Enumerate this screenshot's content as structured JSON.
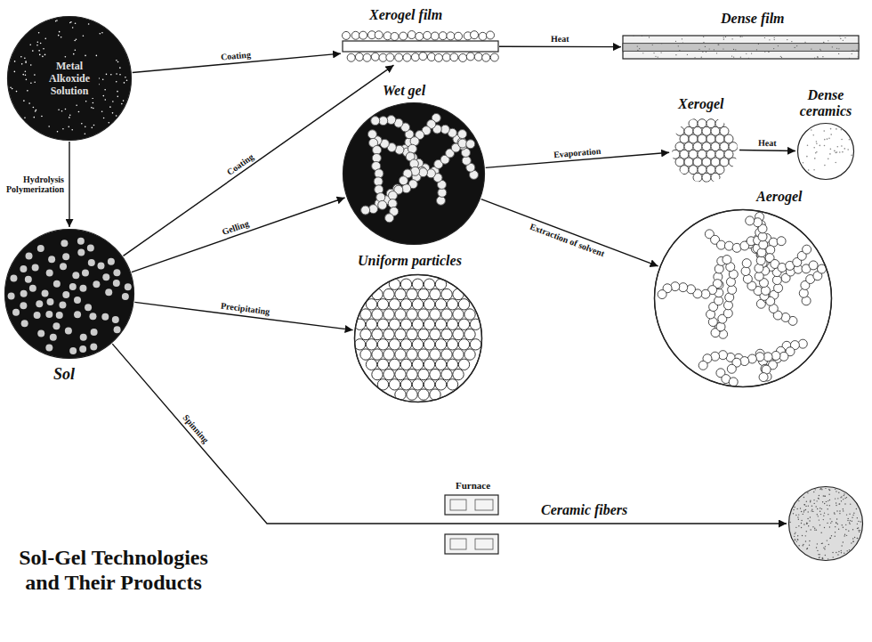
{
  "diagram": {
    "title": "Sol-Gel Technologies and Their Products",
    "nodes": [
      {
        "text": [
          "Metal Alkoxide Solution"
        ]
      },
      {
        "text": [
          "Xerogel film"
        ]
      },
      {
        "text": [
          "Dense film"
        ]
      },
      {
        "text": [
          "Wet gel"
        ]
      },
      {
        "text": [
          "Xerogel"
        ]
      },
      {
        "text": [
          "Dense ceramics"
        ]
      },
      {
        "text": [
          "Aerogel"
        ]
      },
      {
        "text": [
          "Sol"
        ]
      },
      {
        "text": [
          "Uniform particles"
        ]
      },
      {
        "text": [
          "Ceramic fibers"
        ]
      }
    ],
    "edges": [
      {
        "from": 0,
        "to": 1,
        "label": "Coating",
        "arrow": "to"
      },
      {
        "from": 1,
        "to": 2,
        "label": "Heat",
        "arrow": "to"
      },
      {
        "from": 0,
        "to": 7,
        "label": "Hydrolysis Polymerization",
        "arrow": "to"
      },
      {
        "from": 7,
        "to": 1,
        "label": "Coating",
        "arrow": "to"
      },
      {
        "from": 7,
        "to": 3,
        "label": "Gelling",
        "arrow": "to"
      },
      {
        "from": 3,
        "to": 4,
        "label": "Evaporation",
        "arrow": "to"
      },
      {
        "from": 4,
        "to": 5,
        "label": "Heat",
        "arrow": "to"
      },
      {
        "from": 3,
        "to": 6,
        "label": "Extraction of solvent",
        "arrow": "to"
      },
      {
        "from": 7,
        "to": 8,
        "label": "Precipitating",
        "arrow": "to"
      },
      {
        "from": 7,
        "to": 9,
        "label": "Spinning",
        "arrow": "to"
      }
    ],
    "labels": [
      "Furnace"
    ]
  }
}
